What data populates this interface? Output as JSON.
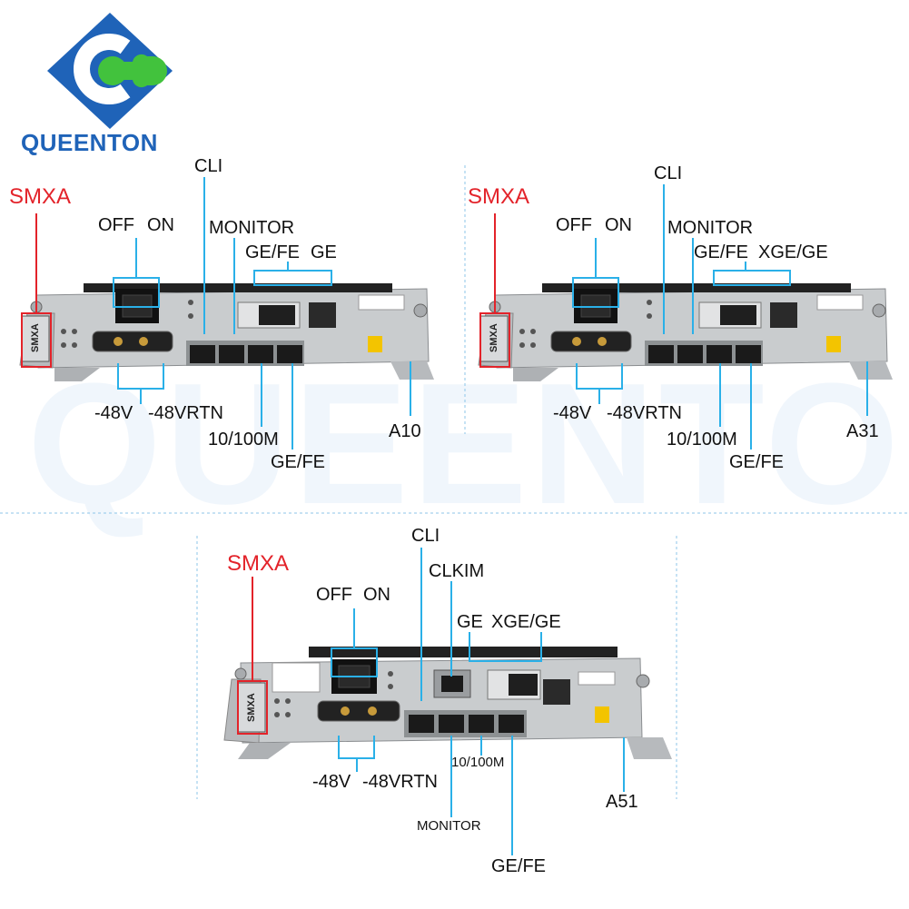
{
  "brand": {
    "name": "QUEENTON",
    "watermark": "QUEENTON"
  },
  "colors": {
    "brand_blue": "#1f63b8",
    "brand_green": "#42c23d",
    "callout_cyan": "#2ab0e8",
    "callout_red": "#e3232a"
  },
  "panels": [
    {
      "model": "SMXA",
      "switch": {
        "off": "OFF",
        "on": "ON"
      },
      "ports": {
        "cli": "CLI",
        "monitor": "MONITOR",
        "gefe_top": "GE/FE",
        "ge_top": "GE"
      },
      "power": {
        "neg48v": "-48V",
        "neg48vrtn": "-48VRTN"
      },
      "bottom": {
        "speed": "10/100M",
        "gefe": "GE/FE",
        "slot": "A10"
      }
    },
    {
      "model": "SMXA",
      "switch": {
        "off": "OFF",
        "on": "ON"
      },
      "ports": {
        "cli": "CLI",
        "monitor": "MONITOR",
        "gefe_top": "GE/FE",
        "xge_top": "XGE/GE"
      },
      "power": {
        "neg48v": "-48V",
        "neg48vrtn": "-48VRTN"
      },
      "bottom": {
        "speed": "10/100M",
        "gefe": "GE/FE",
        "slot": "A31"
      }
    },
    {
      "model": "SMXA",
      "switch": {
        "off": "OFF",
        "on": "ON"
      },
      "ports": {
        "cli": "CLI",
        "clkim": "CLKIM",
        "ge_top": "GE",
        "xge_top": "XGE/GE"
      },
      "power": {
        "neg48v": "-48V",
        "neg48vrtn": "-48VRTN"
      },
      "bottom": {
        "speed": "10/100M",
        "monitor": "MONITOR",
        "gefe": "GE/FE",
        "slot": "A51"
      }
    }
  ]
}
